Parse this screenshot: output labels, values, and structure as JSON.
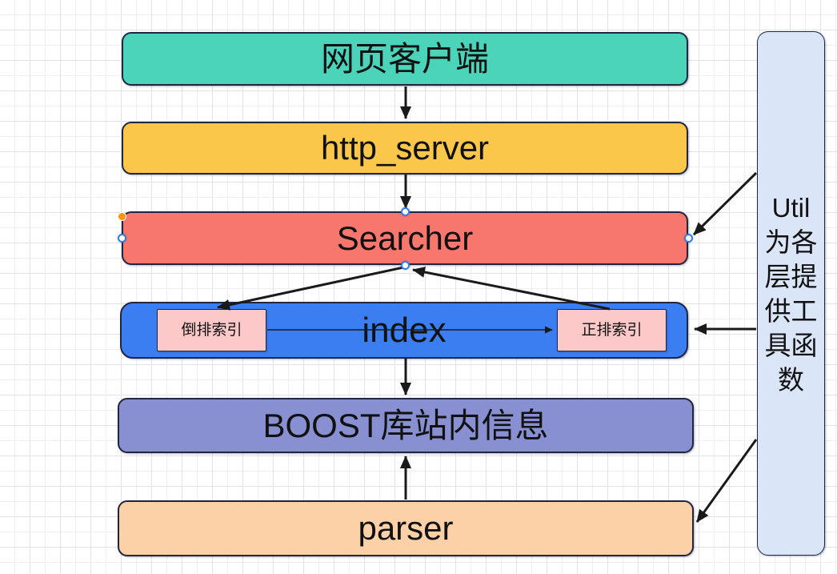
{
  "boxes": {
    "web_client": {
      "label": "网页客户端",
      "fill": "#4bd4ba"
    },
    "http_server": {
      "label": "http_server",
      "fill": "#fac74b"
    },
    "searcher": {
      "label": "Searcher",
      "fill": "#f7776e"
    },
    "index": {
      "label": "index",
      "fill": "#3b7ef2"
    },
    "inverted_index": {
      "label": "倒排索引",
      "fill": "#fdc9c8"
    },
    "forward_index": {
      "label": "正排索引",
      "fill": "#fdc9c8"
    },
    "boost_info": {
      "label": "BOOST库站内信息",
      "fill": "#8890d2"
    },
    "parser": {
      "label": "parser",
      "fill": "#fdd1a7"
    },
    "util": {
      "label": "Util\n为各\n层提\n供工\n具函\n数",
      "fill": "#dbe5f8"
    }
  },
  "edges": [
    {
      "from": "web_client",
      "to": "http_server"
    },
    {
      "from": "http_server",
      "to": "searcher"
    },
    {
      "from": "searcher",
      "to": "inverted_index"
    },
    {
      "from": "forward_index",
      "to": "searcher"
    },
    {
      "from": "inverted_index",
      "to": "forward_index"
    },
    {
      "from": "index",
      "to": "boost_info"
    },
    {
      "from": "parser",
      "to": "boost_info"
    },
    {
      "from": "util",
      "to": "searcher"
    },
    {
      "from": "util",
      "to": "index"
    },
    {
      "from": "util",
      "to": "parser"
    }
  ],
  "selection": {
    "selected_shape": "searcher",
    "handle_ring_color": "#2f7fe8",
    "adjust_handle_color": "#ff9210"
  },
  "colors": {
    "border": "#1f2642",
    "arrow": "#1a1a1a",
    "grid_minor": "#efefef",
    "grid_major": "#e2e2e2"
  }
}
